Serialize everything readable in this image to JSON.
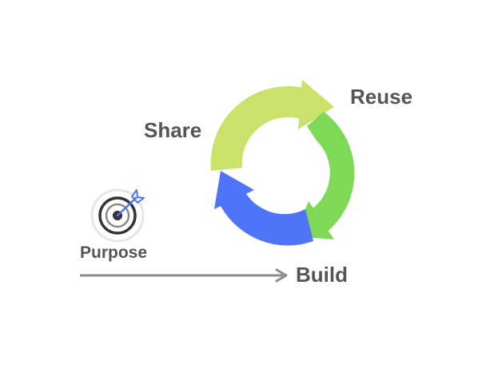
{
  "labels": {
    "share": "Share",
    "reuse": "Reuse",
    "build": "Build",
    "purpose": "Purpose"
  },
  "colors": {
    "share_arrow": "#c9e26a",
    "reuse_arrow": "#7ed957",
    "build_arrow": "#4f74f9",
    "timeline_arrow": "#8a8a8a",
    "label_text": "#555555",
    "target_outer": "#e6e6e6",
    "target_dark": "#333333",
    "target_dart": "#4f74f9"
  },
  "icons": {
    "purpose": "target-icon"
  }
}
